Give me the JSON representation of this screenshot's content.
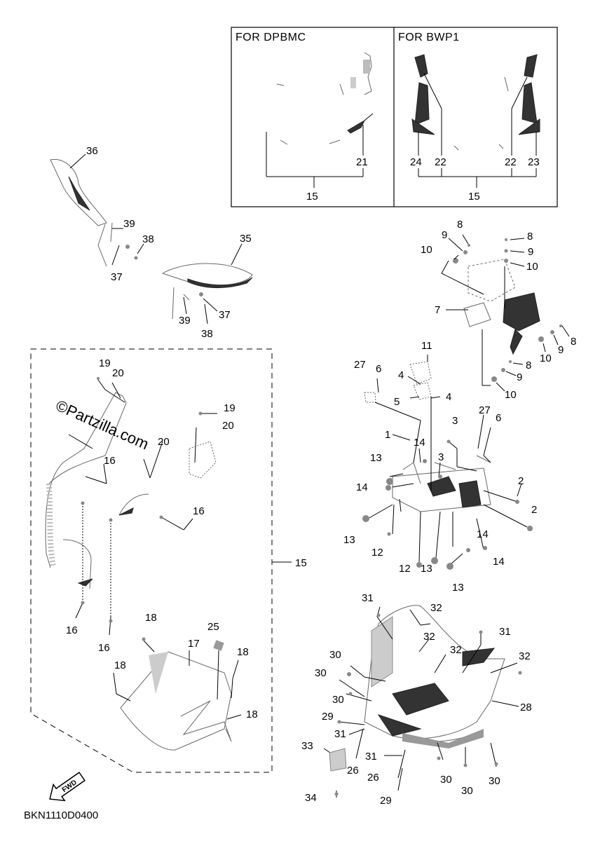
{
  "inset": {
    "left_header": "FOR DPBMC",
    "right_header": "FOR BWP1"
  },
  "watermark": "©Partzilla.com",
  "diagram_code": "BKN1110D0400",
  "fwd_label": "FWD",
  "callouts": {
    "c15_inset_left": "15",
    "c21": "21",
    "c15_inset_right": "15",
    "c24": "24",
    "c22a": "22",
    "c22b": "22",
    "c23": "23",
    "c36": "36",
    "c39a": "39",
    "c38a": "38",
    "c37a": "37",
    "c35": "35",
    "c39b": "39",
    "c37b": "37",
    "c38b": "38",
    "c8a": "8",
    "c9a": "9",
    "c10a": "10",
    "c8b": "8",
    "c9b": "9",
    "c10b": "10",
    "c7": "7",
    "c8c": "8",
    "c9c": "9",
    "c10c": "10",
    "c8d": "8",
    "c9d": "9",
    "c10d": "10",
    "c11": "11",
    "c27a": "27",
    "c6a": "6",
    "c4a": "4",
    "c5": "5",
    "c4b": "4",
    "c1": "1",
    "c14a": "14",
    "c3a": "3",
    "c27b": "27",
    "c6b": "6",
    "c13a": "13",
    "c3b": "3",
    "c14b": "14",
    "c2a": "2",
    "c2b": "2",
    "c13b": "13",
    "c12a": "12",
    "c12b": "12",
    "c13c": "13",
    "c14c": "14",
    "c14d": "14",
    "c13d": "13",
    "c19a": "19",
    "c20a": "20",
    "c19b": "19",
    "c20b": "20",
    "c20c": "20",
    "c16a": "16",
    "c16b": "16",
    "c15_main": "15",
    "c16c": "16",
    "c16d": "16",
    "c18a": "18",
    "c17": "17",
    "c25": "25",
    "c18b": "18",
    "c18c": "18",
    "c18d": "18",
    "c31a": "31",
    "c32a": "32",
    "c32b": "32",
    "c31b": "31",
    "c32c": "32",
    "c32d": "32",
    "c30a": "30",
    "c30b": "30",
    "c30c": "30",
    "c28": "28",
    "c29a": "29",
    "c31c": "31",
    "c33": "33",
    "c26a": "26",
    "c31d": "31",
    "c26b": "26",
    "c30d": "30",
    "c30e": "30",
    "c30f": "30",
    "c29b": "29",
    "c34": "34"
  }
}
